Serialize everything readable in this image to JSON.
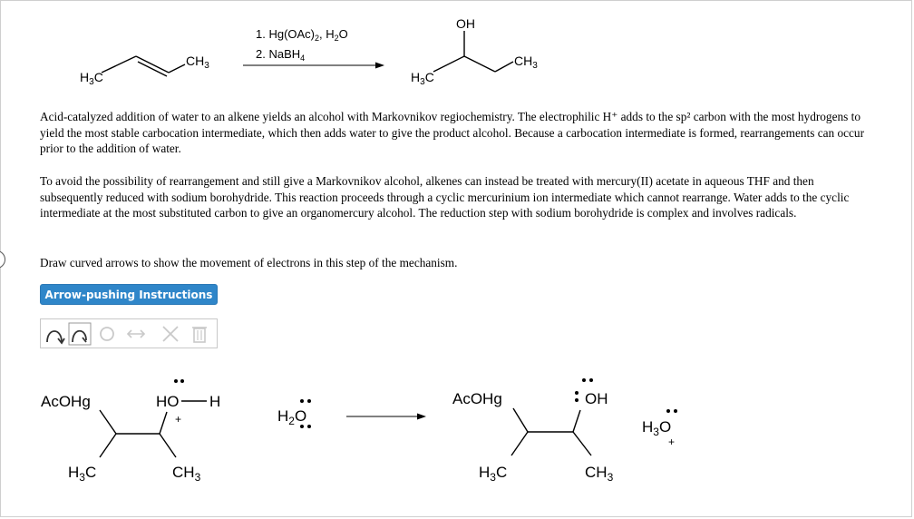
{
  "reaction": {
    "reactant_left_methyl": "H3C",
    "reactant_right_methyl": "CH3",
    "step1": "1. Hg(OAc)2, H2O",
    "step2": "2. NaBH4",
    "product_oh": "OH",
    "product_left_methyl": "H3C",
    "product_right_methyl": "CH3"
  },
  "paragraphs": {
    "p1": "Acid-catalyzed addition of water to an alkene yields an alcohol with Markovnikov regiochemistry. The electrophilic H⁺ adds to the sp² carbon with the most hydrogens to yield the most stable carbocation intermediate, which then adds water to give the product alcohol. Because a carbocation intermediate is formed, rearrangements can occur prior to the addition of water.",
    "p2": "To avoid the possibility of rearrangement and still give a Markovnikov alcohol, alkenes can instead be treated with mercury(II) acetate in aqueous THF and then subsequently reduced with sodium borohydride. This reaction proceeds through a cyclic mercurinium ion intermediate which cannot rearrange. Water adds to the cyclic intermediate at the most substituted carbon to give an organomercury alcohol. The reduction step with sodium borohydride is complex and involves radicals.",
    "p3": "Draw curved arrows to show the movement of electrons in this step of the mechanism."
  },
  "instructions_button": "Arrow-pushing Instructions",
  "toolbar": {
    "tools": [
      "double-headed-arrow-icon",
      "single-barbed-arrow-icon",
      "lasso-icon",
      "resonance-arrow-icon",
      "delete-icon",
      "trash-icon"
    ]
  },
  "mechanism": {
    "left": {
      "hg_group": "AcOHg",
      "ho_group": "HO",
      "h_atom": "H",
      "plus": "+",
      "methyl_left": "H3C",
      "methyl_right": "CH3"
    },
    "water": "H2O",
    "right": {
      "hg_group": "AcOHg",
      "oh_group": "OH",
      "methyl_left": "H3C",
      "methyl_right": "CH3"
    },
    "hydronium": "H3O",
    "hydronium_charge": "+"
  },
  "colors": {
    "accent": "#2f86c9",
    "tool_active": "#444444",
    "tool_disabled": "#c9c9c9"
  }
}
